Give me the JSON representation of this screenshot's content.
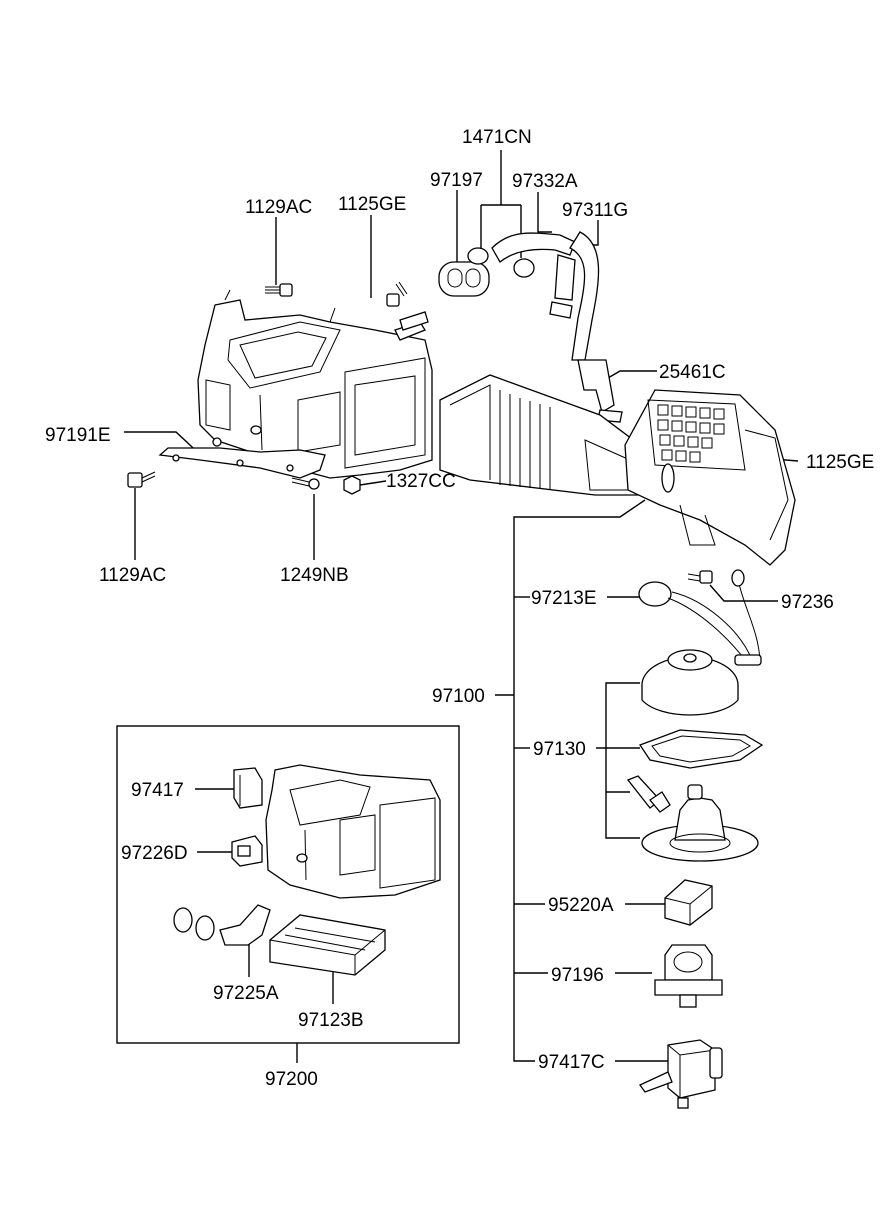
{
  "labels": {
    "p1471CN": "1471CN",
    "p97197": "97197",
    "p97332A": "97332A",
    "p97311G": "97311G",
    "p1129AC_top": "1129AC",
    "p1125GE_top": "1125GE",
    "p25461C": "25461C",
    "p97191E": "97191E",
    "p1125GE_right": "1125GE",
    "p1327CC": "1327CC",
    "p1129AC_left": "1129AC",
    "p1249NB": "1249NB",
    "p97213E": "97213E",
    "p97236": "97236",
    "p97100": "97100",
    "p97130": "97130",
    "p97417": "97417",
    "p97226D": "97226D",
    "p97225A": "97225A",
    "p97123B": "97123B",
    "p97200": "97200",
    "p95220A": "95220A",
    "p97196": "97196",
    "p97417C": "97417C"
  }
}
